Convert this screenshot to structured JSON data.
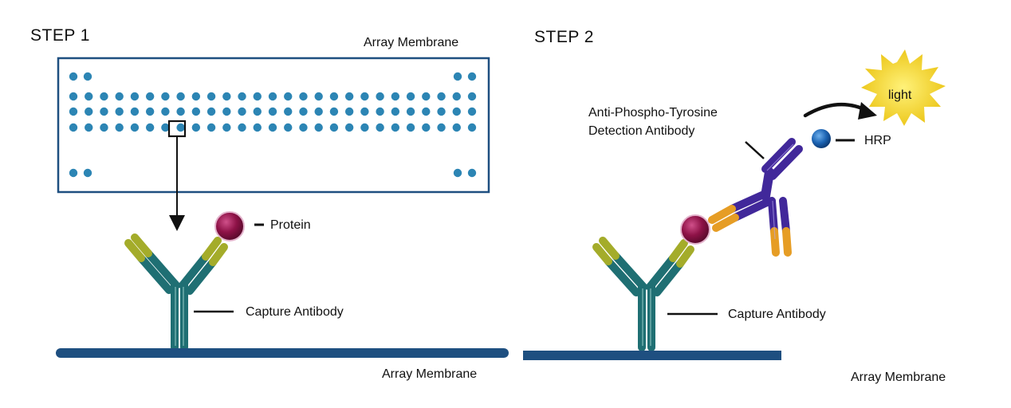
{
  "step1": {
    "title": "STEP 1",
    "array_label": "Array Membrane",
    "protein_label": "Protein",
    "capture_label": "Capture Antibody",
    "membrane_label": "Array Membrane"
  },
  "step2": {
    "title": "STEP 2",
    "detection_label_line1": "Anti-Phospho-Tyrosine",
    "detection_label_line2": "Detection Antibody",
    "hrp_label": "HRP",
    "light_label": "light",
    "capture_label": "Capture Antibody",
    "membrane_label": "Array Membrane"
  },
  "colors": {
    "membrane": "#1e4f80",
    "dot": "#2c85b4",
    "capture_stem": "#1f6f73",
    "capture_tip": "#a4ac2a",
    "protein": "#8e1247",
    "detection": "#41289a",
    "detection_tip": "#e69d25",
    "hrp": "#1c64b3",
    "light": "#f0cc1e"
  },
  "icons": [
    "arrow-down-icon",
    "curved-arrow-icon",
    "light-burst-icon",
    "antibody-icon",
    "protein-sphere-icon",
    "hrp-sphere-icon"
  ]
}
